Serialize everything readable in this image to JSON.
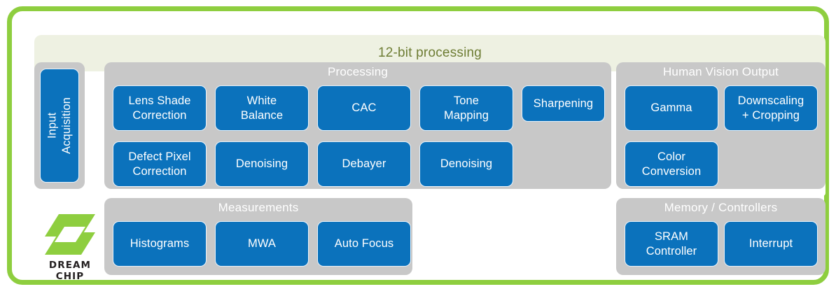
{
  "diagram": {
    "banner_title": "12-bit processing",
    "frame_color": "#8ece3f",
    "block_color": "#0b72bc",
    "panel_color": "#c8c8c8",
    "banner_color": "#eef1e2",
    "banner_text_color": "#6e7d34"
  },
  "logo": {
    "brand": "DREAM CHIP",
    "mark": "parallelogram-logo",
    "color": "#8ece3f"
  },
  "input": {
    "block": "Input\nAcquisition"
  },
  "processing": {
    "title": "Processing",
    "row1": [
      {
        "label": "Lens Shade\nCorrection"
      },
      {
        "label": "White\nBalance"
      },
      {
        "label": "CAC"
      },
      {
        "label": "Tone\nMapping"
      },
      {
        "label": "Sharpening"
      }
    ],
    "row2": [
      {
        "label": "Defect Pixel\nCorrection"
      },
      {
        "label": "Denoising"
      },
      {
        "label": "Debayer"
      },
      {
        "label": "Denoising"
      }
    ]
  },
  "human_vision_output": {
    "title": "Human Vision Output",
    "row1": [
      {
        "label": "Gamma"
      },
      {
        "label": "Downscaling\n+ Cropping"
      }
    ],
    "row2": [
      {
        "label": "Color\nConversion"
      }
    ]
  },
  "measurements": {
    "title": "Measurements",
    "blocks": [
      {
        "label": "Histograms"
      },
      {
        "label": "MWA"
      },
      {
        "label": "Auto Focus"
      }
    ]
  },
  "memory_controllers": {
    "title": "Memory / Controllers",
    "blocks": [
      {
        "label": "SRAM\nController"
      },
      {
        "label": "Interrupt"
      }
    ]
  }
}
